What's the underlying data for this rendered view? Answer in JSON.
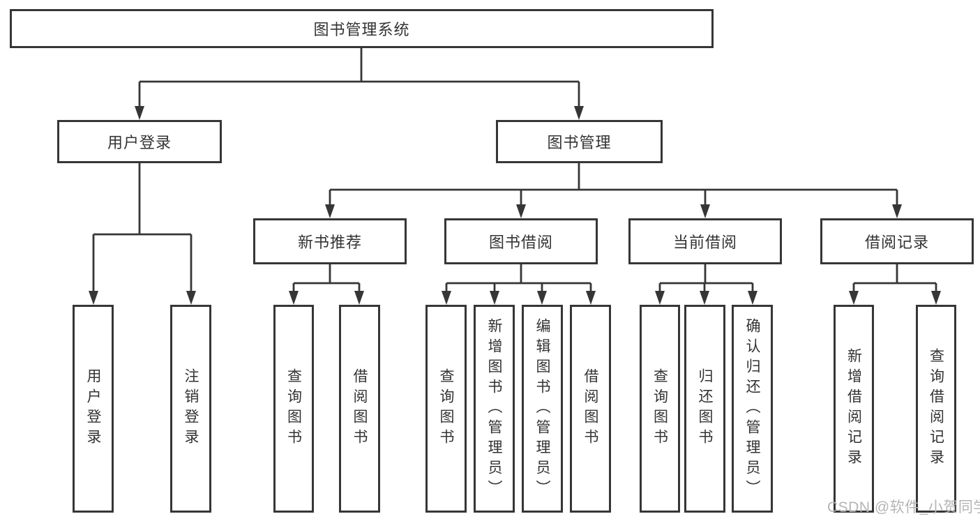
{
  "diagram": {
    "type": "hierarchy-tree",
    "tree": {
      "root": {
        "label": "图书管理系统"
      },
      "branches": [
        {
          "label": "用户登录",
          "leaves": [
            {
              "label": "用户登录"
            },
            {
              "label": "注销登录"
            }
          ]
        },
        {
          "label": "图书管理",
          "groups": [
            {
              "label": "新书推荐",
              "leaves": [
                {
                  "label": "查询图书"
                },
                {
                  "label": "借阅图书"
                }
              ]
            },
            {
              "label": "图书借阅",
              "leaves": [
                {
                  "label": "查询图书"
                },
                {
                  "label": "新增图书（管理员）"
                },
                {
                  "label": "编辑图书（管理员）"
                },
                {
                  "label": "借阅图书"
                }
              ]
            },
            {
              "label": "当前借阅",
              "leaves": [
                {
                  "label": "查询图书"
                },
                {
                  "label": "归还图书"
                },
                {
                  "label": "确认归还（管理员）"
                }
              ]
            },
            {
              "label": "借阅记录",
              "leaves": [
                {
                  "label": "新增借阅记录"
                },
                {
                  "label": "查询借阅记录"
                }
              ]
            }
          ]
        }
      ]
    },
    "colors": {
      "line": "#363636",
      "text": "#333333",
      "background": "#ffffff",
      "watermark": "#b4b4b4"
    }
  },
  "watermark": "CSDN @软件_小贺同学"
}
